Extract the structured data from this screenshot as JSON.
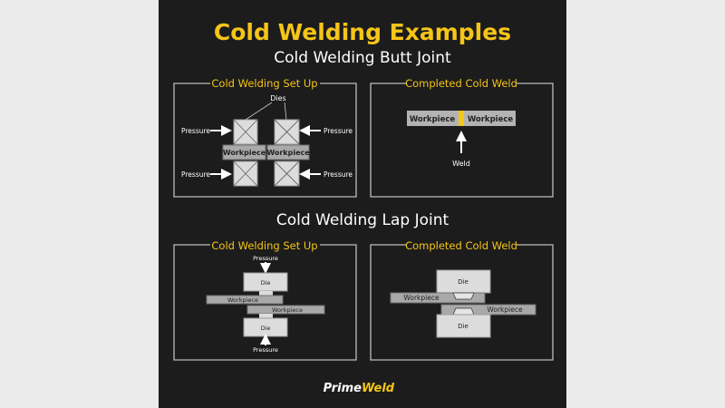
{
  "title": "Cold Welding Examples",
  "butt": {
    "heading": "Cold Welding Butt Joint",
    "setup": {
      "title": "Cold Welding Set Up",
      "dies_label": "Dies",
      "pressure": "Pressure",
      "workpiece": "Workpiece"
    },
    "completed": {
      "title": "Completed Cold Weld",
      "workpiece": "Workpiece",
      "weld_label": "Weld"
    }
  },
  "lap": {
    "heading": "Cold Welding Lap Joint",
    "setup": {
      "title": "Cold Welding Set Up",
      "pressure": "Pressure",
      "die": "Die",
      "workpiece": "Workpiece"
    },
    "completed": {
      "title": "Completed Cold Weld",
      "die": "Die",
      "workpiece": "Workpiece"
    }
  },
  "logo": {
    "part1": "Prime",
    "part2": "Weld"
  },
  "colors": {
    "accent": "#f5c518",
    "panel": "#1c1c1c",
    "background": "#ebebeb"
  }
}
